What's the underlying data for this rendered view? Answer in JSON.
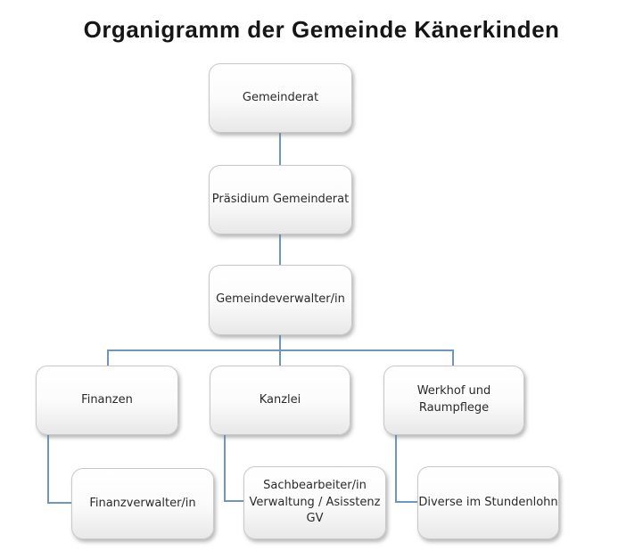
{
  "title": "Organigramm der Gemeinde Känerkinden",
  "colors": {
    "connector": "#6f96c3",
    "box_border": "#c8c8c8",
    "box_fill_bottom": "#e8e8e8",
    "node_text": "#2a2a2a",
    "title_text": "#161616"
  },
  "nodes": [
    {
      "id": "gemeinderat",
      "label": "Gemeinderat"
    },
    {
      "id": "praesidium",
      "label": "Präsidium Gemeinderat"
    },
    {
      "id": "verwalter",
      "label": "Gemeindeverwalter/in"
    },
    {
      "id": "finanzen",
      "label": "Finanzen"
    },
    {
      "id": "kanzlei",
      "label": "Kanzlei"
    },
    {
      "id": "werkhof",
      "label": "Werkhof und\nRaumpflege"
    },
    {
      "id": "finanzverwalter",
      "label": "Finanzverwalter/in"
    },
    {
      "id": "sachbearbeiter",
      "label": "Sachbearbeiter/in\nVerwaltung / Asisstenz\nGV"
    },
    {
      "id": "diverse",
      "label": "Diverse im Stundenlohn"
    }
  ],
  "edges": [
    {
      "from": "Gemeinderat",
      "to": "Präsidium Gemeinderat"
    },
    {
      "from": "Präsidium Gemeinderat",
      "to": "Gemeindeverwalter/in"
    },
    {
      "from": "Gemeindeverwalter/in",
      "to": "Finanzen"
    },
    {
      "from": "Gemeindeverwalter/in",
      "to": "Kanzlei"
    },
    {
      "from": "Gemeindeverwalter/in",
      "to": "Werkhof und Raumpflege"
    },
    {
      "from": "Finanzen",
      "to": "Finanzverwalter/in"
    },
    {
      "from": "Kanzlei",
      "to": "Sachbearbeiter/in Verwaltung / Asisstenz GV"
    },
    {
      "from": "Werkhof und Raumpflege",
      "to": "Diverse im Stundenlohn"
    }
  ]
}
